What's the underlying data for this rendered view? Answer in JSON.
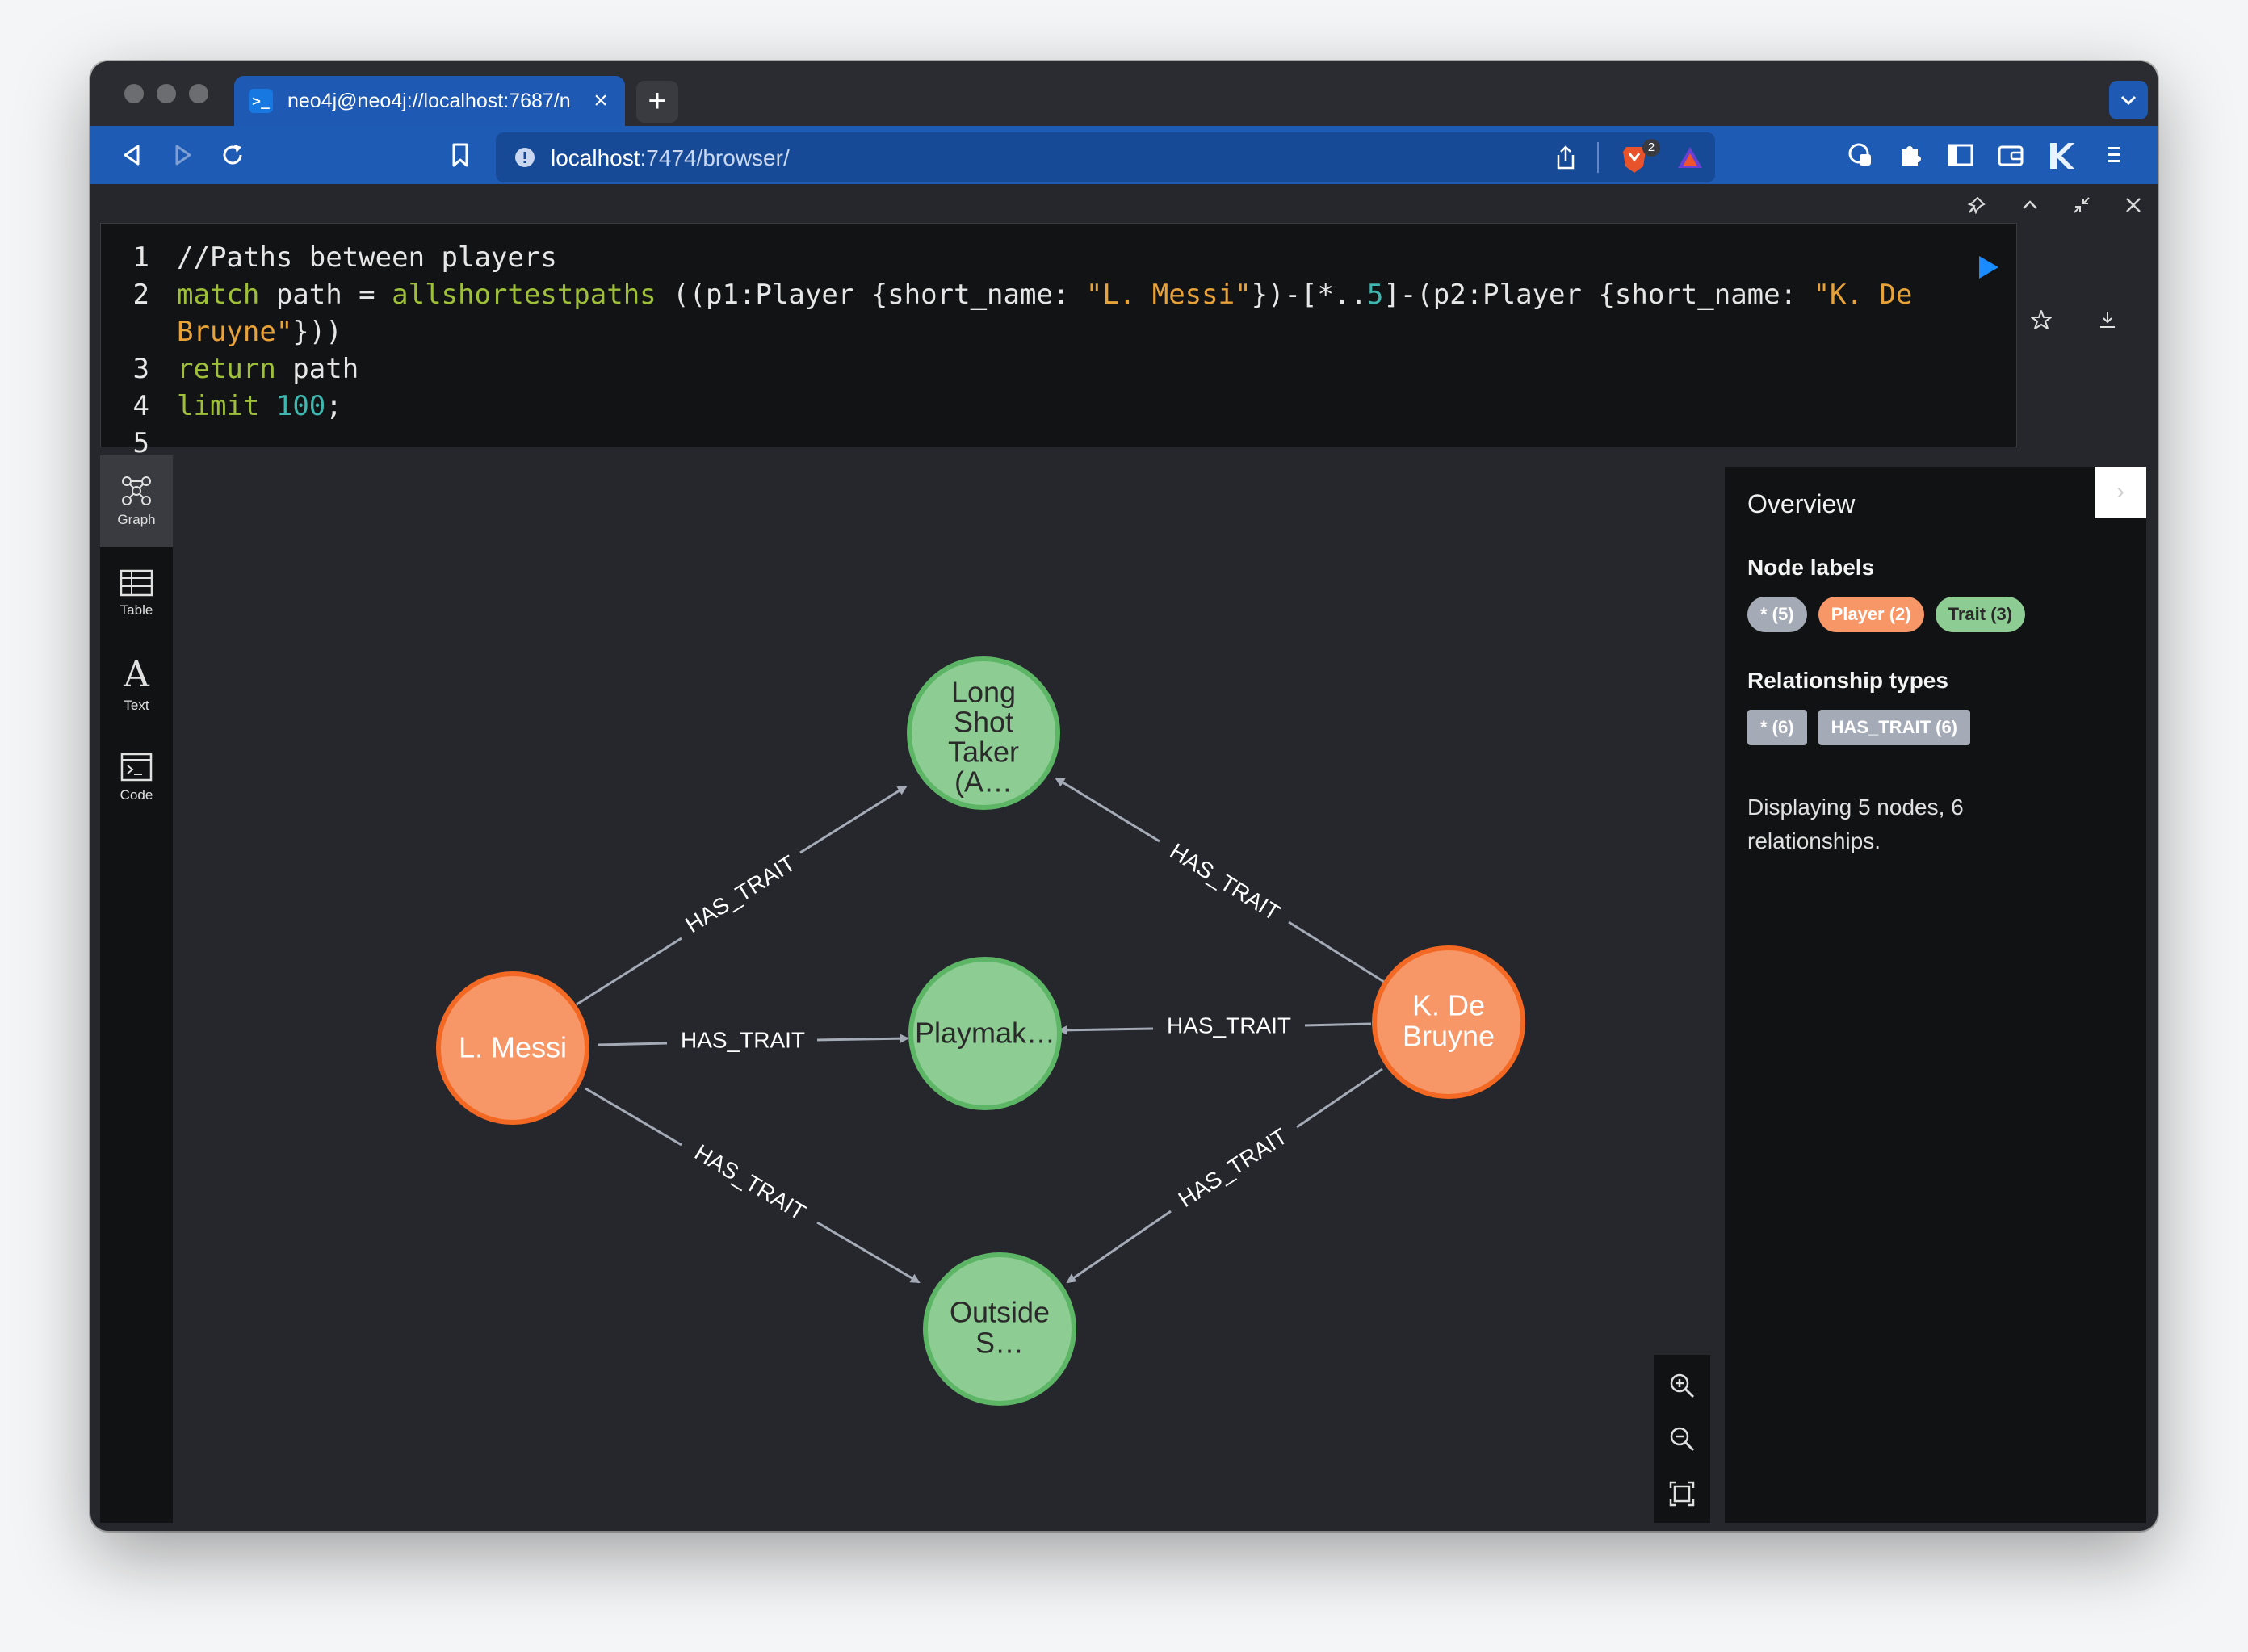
{
  "browser": {
    "tab_title": "neo4j@neo4j://localhost:7687/n",
    "tab_favicon": ">_",
    "tab_close": "×",
    "new_tab": "+",
    "url_host": "localhost",
    "url_path": ":7474/browser/",
    "brave_badge": "2"
  },
  "editor": {
    "line_numbers": [
      "1",
      "2",
      "3",
      "4",
      "5"
    ],
    "lines": {
      "l1": "//Paths between players",
      "l2a_kw": "match",
      "l2b": " path = ",
      "l2c_fn": "allshortestpaths",
      "l2d": " ((p1:Player {short_name: ",
      "l2e_str": "\"L. Messi\"",
      "l2f": "})-[*..",
      "l2g_num": "5",
      "l2h": "]-(p2:Player {short_name: ",
      "l2i_str": "\"K. De",
      "l2j_str": "Bruyne\"",
      "l2k": "}))",
      "l3_kw": "return",
      "l3b": " path",
      "l4_kw": "limit",
      "l4_num": "100",
      "l4c": ";"
    }
  },
  "sidebar": {
    "items": [
      {
        "label": "Graph"
      },
      {
        "label": "Table"
      },
      {
        "label": "Text",
        "glyph": "A"
      },
      {
        "label": "Code"
      }
    ]
  },
  "graph": {
    "nodes": {
      "long_shot": [
        "Long",
        "Shot",
        "Taker",
        "(A…"
      ],
      "messi": [
        "L. Messi"
      ],
      "playmaker": [
        "Playmak…"
      ],
      "debruyne": [
        "K. De",
        "Bruyne"
      ],
      "outside": [
        "Outside",
        "S…"
      ]
    },
    "relationship_label": "HAS_TRAIT",
    "colors": {
      "player_fill": "#f79767",
      "player_stroke": "#f36924",
      "trait_fill": "#8dcc93",
      "trait_stroke": "#5db665",
      "edge": "#a5abb6"
    }
  },
  "overview": {
    "collapse_glyph": "›",
    "title": "Overview",
    "node_labels_heading": "Node labels",
    "node_labels": [
      {
        "text": "* (5)",
        "color": "#a5abb6"
      },
      {
        "text": "Player (2)",
        "color": "#f79767"
      },
      {
        "text": "Trait (3)",
        "color": "#8dcc93"
      }
    ],
    "rel_types_heading": "Relationship types",
    "rel_types": [
      {
        "text": "* (6)",
        "color": "#a5abb6"
      },
      {
        "text": "HAS_TRAIT (6)",
        "color": "#a5abb6"
      }
    ],
    "summary": "Displaying 5 nodes, 6 relationships."
  }
}
